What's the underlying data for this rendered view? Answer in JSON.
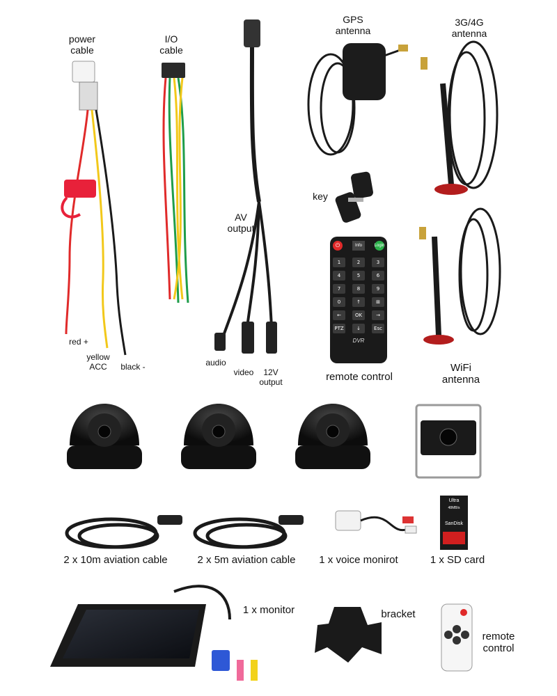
{
  "labels": {
    "power_cable": [
      "power",
      "cable"
    ],
    "io_cable": [
      "I/O",
      "cable"
    ],
    "av_output": [
      "AV",
      "output"
    ],
    "gps_antenna": [
      "GPS",
      "antenna"
    ],
    "g_antenna": [
      "3G/4G",
      "antenna"
    ],
    "key": "key",
    "red": "red +",
    "yellow": [
      "yellow",
      "ACC"
    ],
    "black": "black -",
    "audio": "audio",
    "video": "video",
    "v12": [
      "12V",
      "output"
    ],
    "remote_control": "remote control",
    "wifi_antenna": [
      "WiFi",
      "antenna"
    ],
    "cable_10m": "2 x 10m aviation cable",
    "cable_5m": "2 x 5m aviation cable",
    "voice": "1 x voice monirot",
    "sd_card": "1 x SD card",
    "monitor": "1 x monitor",
    "bracket": "bracket",
    "remote_control2": [
      "remote",
      "control"
    ]
  },
  "remote_keys": {
    "top": [
      "",
      "Info",
      "Login"
    ],
    "rows": [
      [
        "1",
        "2",
        "3"
      ],
      [
        "4",
        "5",
        "6"
      ],
      [
        "7",
        "8",
        "9"
      ],
      [
        "0",
        "↑",
        "⊞"
      ],
      [
        "←",
        "OK",
        "→"
      ],
      [
        "PTZ",
        "↓",
        "Esc"
      ]
    ],
    "brand": "DVR"
  },
  "sd": {
    "brand": "SanDisk",
    "line": "Ultra",
    "cap": "48MB/s"
  },
  "colors": {
    "cable": "#1a1a1a",
    "red": "#e02a2a",
    "yellow": "#f2c81a",
    "green": "#1f9d4a"
  }
}
